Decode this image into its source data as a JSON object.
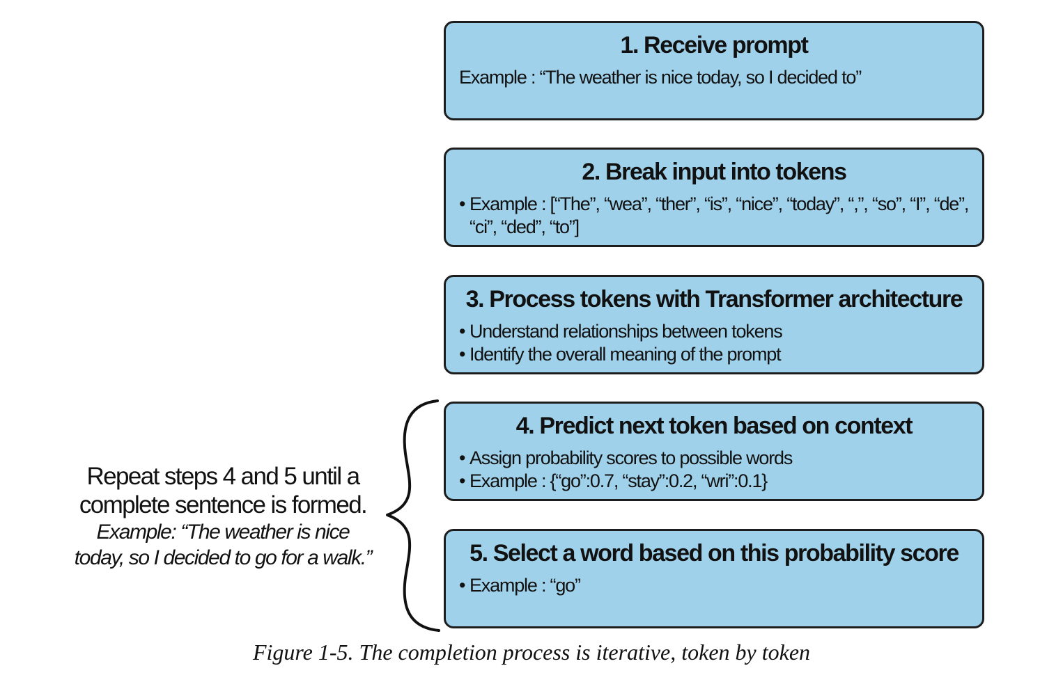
{
  "steps": [
    {
      "title": "1. Receive prompt",
      "lines": [
        "Example : “The weather is nice today, so I decided to”"
      ]
    },
    {
      "title": "2. Break input into tokens",
      "bullets": [
        "Example : [“The”, “wea”, “ther”, “is”, “nice”, “today”, “,”, “so”, “I”, “de”, “ci”, “ded”, “to”]"
      ]
    },
    {
      "title": "3. Process tokens with Transformer architecture",
      "bullets": [
        "Understand relationships between tokens",
        "Identify the overall meaning of the prompt"
      ]
    },
    {
      "title": "4. Predict next token based on context",
      "bullets": [
        "Assign probability scores to possible words",
        "Example : {“go”:0.7, “stay”:0.2, “wri”:0.1}"
      ]
    },
    {
      "title": "5. Select a word based on this probability score",
      "bullets": [
        "Example : “go”"
      ]
    }
  ],
  "bullet_glyph": "•",
  "repeat_note": {
    "line1": "Repeat steps 4 and 5 until a",
    "line2": "complete sentence is formed.",
    "example_line1": "Example: “The weather is nice",
    "example_line2": "today, so I decided to go for a walk.”"
  },
  "caption": "Figure 1-5. The completion process is iterative, token by token",
  "colors": {
    "box_fill": "#9fd1ea",
    "box_border": "#1d1d1d",
    "text": "#111111"
  }
}
